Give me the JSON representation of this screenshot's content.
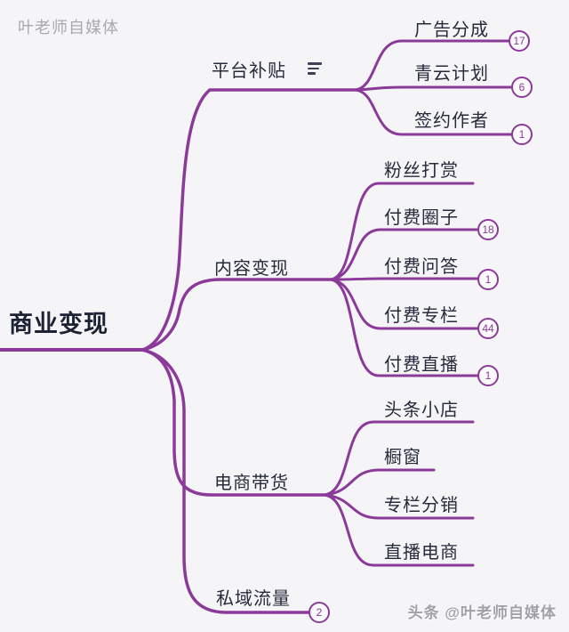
{
  "colors": {
    "background": "#f5f5f7",
    "line_accent": "#8b3a99",
    "label_text": "#262b3c",
    "watermark_gray": "#a8a8b0"
  },
  "watermark_top": "叶老师自媒体",
  "watermark_bottom": "头条 @叶老师自媒体",
  "root": {
    "label": "商业变现"
  },
  "branches": [
    {
      "label": "平台补贴",
      "icon": "notes-icon",
      "children": [
        {
          "label": "广告分成",
          "count": "17"
        },
        {
          "label": "青云计划",
          "count": "6"
        },
        {
          "label": "签约作者",
          "count": "1"
        }
      ]
    },
    {
      "label": "内容变现",
      "children": [
        {
          "label": "粉丝打赏"
        },
        {
          "label": "付费圈子",
          "count": "18"
        },
        {
          "label": "付费问答",
          "count": "1"
        },
        {
          "label": "付费专栏",
          "count": "44"
        },
        {
          "label": "付费直播",
          "count": "1"
        }
      ]
    },
    {
      "label": "电商带货",
      "children": [
        {
          "label": "头条小店"
        },
        {
          "label": "橱窗"
        },
        {
          "label": "专栏分销"
        },
        {
          "label": "直播电商"
        }
      ]
    },
    {
      "label": "私域流量",
      "count": "2"
    }
  ]
}
